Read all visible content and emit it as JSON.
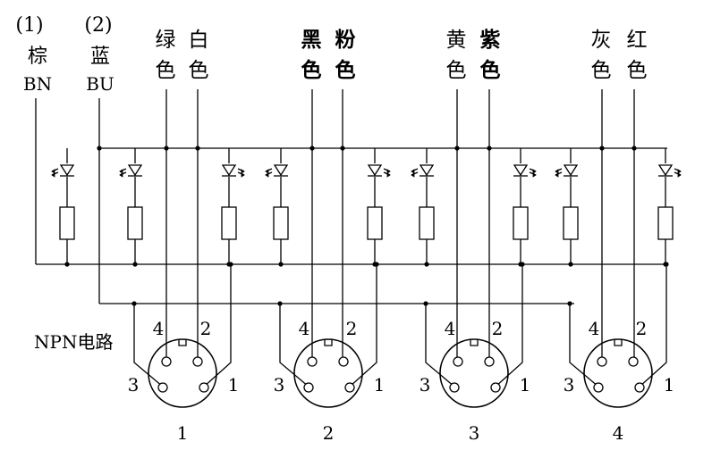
{
  "wires_top": [
    {
      "index": "(1)",
      "name": "棕",
      "code": "BN"
    },
    {
      "index": "(2)",
      "name": "蓝",
      "code": "BU"
    }
  ],
  "color_pairs": [
    {
      "top": [
        "绿",
        "白"
      ],
      "bottom": [
        "色",
        "色"
      ],
      "bold": false
    },
    {
      "top": [
        "黑",
        "粉"
      ],
      "bottom": [
        "色",
        "色"
      ],
      "bold": true
    },
    {
      "top": [
        "黄",
        "紫"
      ],
      "bottom": [
        "色",
        "色"
      ],
      "bold": "partial"
    },
    {
      "top": [
        "灰",
        "红"
      ],
      "bottom": [
        "色",
        "色"
      ],
      "bold": false
    }
  ],
  "circuit_label": "NPN电路",
  "connectors": [
    {
      "number": "1",
      "pins": {
        "p1": "1",
        "p2": "2",
        "p3": "3",
        "p4": "4"
      }
    },
    {
      "number": "2",
      "pins": {
        "p1": "1",
        "p2": "2",
        "p3": "3",
        "p4": "4"
      }
    },
    {
      "number": "3",
      "pins": {
        "p1": "1",
        "p2": "2",
        "p3": "3",
        "p4": "4"
      }
    },
    {
      "number": "4",
      "pins": {
        "p1": "1",
        "p2": "2",
        "p3": "3",
        "p4": "4"
      }
    }
  ],
  "colors": {
    "line": "#000000",
    "background": "#ffffff"
  },
  "icons": [
    "led-icon",
    "resistor-icon",
    "m12-connector-icon"
  ]
}
